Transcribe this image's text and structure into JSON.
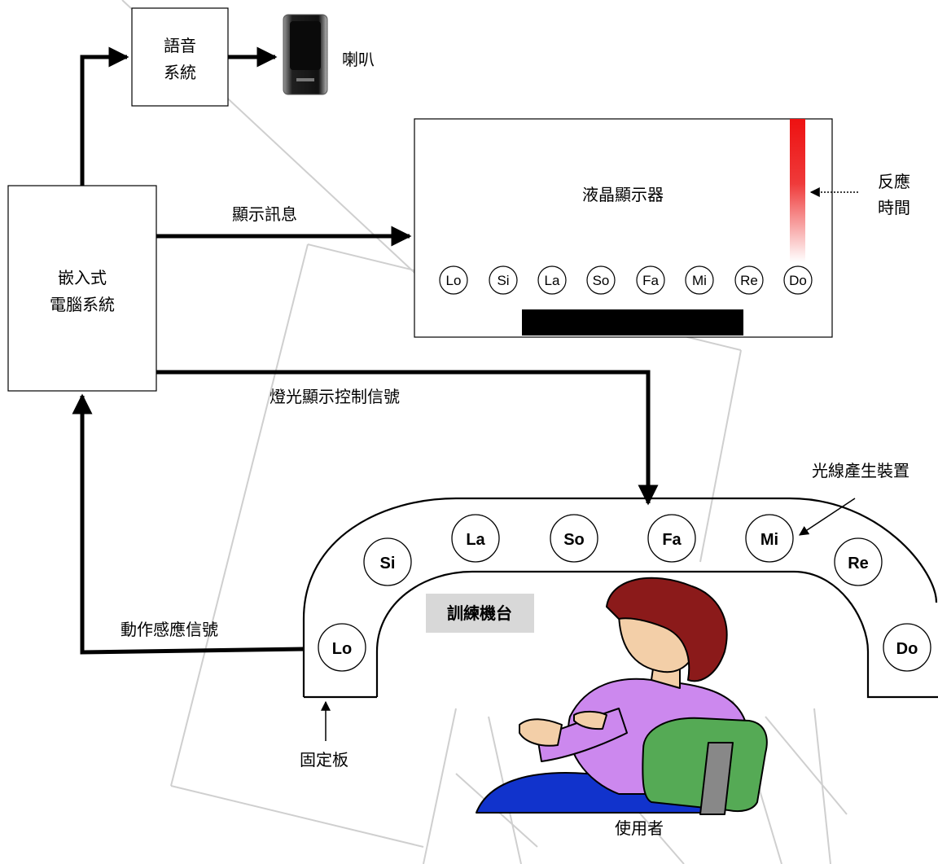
{
  "voice_system": {
    "line1": "語音",
    "line2": "系統"
  },
  "speaker": {
    "label": "喇叭"
  },
  "embedded_computer": {
    "line1": "嵌入式",
    "line2": "電腦系統"
  },
  "lcd": {
    "label": "液晶顯示器",
    "notes": [
      "Lo",
      "Si",
      "La",
      "So",
      "Fa",
      "Mi",
      "Re",
      "Do"
    ]
  },
  "reaction_time": {
    "line1": "反應",
    "line2": "時間"
  },
  "arrows": {
    "display_message": "顯示訊息",
    "light_control_signal": "燈光顯示控制信號",
    "motion_sensing_signal": "動作感應信號"
  },
  "light_device": {
    "label": "光線產生裝置"
  },
  "training_platform": {
    "label": "訓練機台",
    "notes": [
      "Lo",
      "Si",
      "La",
      "So",
      "Fa",
      "Mi",
      "Re",
      "Do"
    ]
  },
  "fixing_plate": {
    "label": "固定板"
  },
  "user": {
    "label": "使用者"
  },
  "colors": {
    "reaction_bar_top": "#ee1111",
    "platform_label_bg": "#d8d8d8",
    "user_shirt": "#cc88ee",
    "user_hair": "#8b1a1a",
    "chair": "#55aa55",
    "seat_blue": "#1133cc"
  }
}
